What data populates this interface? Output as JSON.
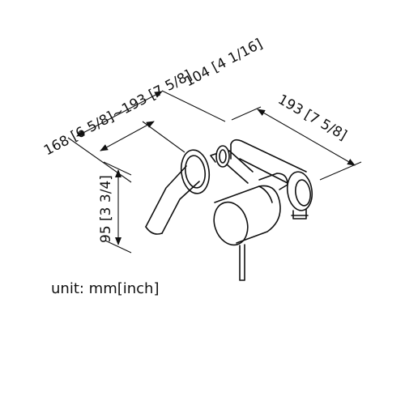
{
  "dimensions": {
    "depth_range": "168 [6 5/8]~193 [7 5/8]",
    "spout_length": "104 [4 1/16]",
    "body_length": "193 [7 5/8]",
    "height": "95 [3 3/4]"
  },
  "unit_label": "unit: mm[inch]",
  "colors": {
    "line": "#111111",
    "background": "#ffffff"
  }
}
